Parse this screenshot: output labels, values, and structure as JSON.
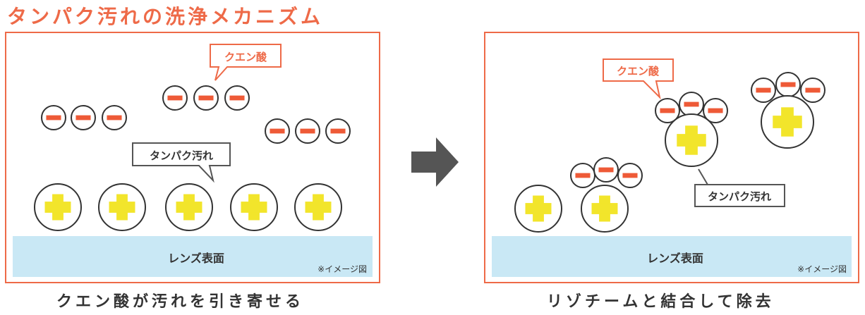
{
  "title": "タンパク汚れの洗浄メカニズム",
  "colors": {
    "accent": "#ee6a48",
    "lens_surface": "#c9e8f5",
    "protein_plus": "#f2e52b",
    "acid_minus": "#ee5a37",
    "arrow": "#555555"
  },
  "left_panel": {
    "caption": "クエン酸が汚れを引き寄せる",
    "acid_label": "クエン酸",
    "protein_label": "タンパク汚れ",
    "lens_label": "レンズ表面",
    "note": "※イメージ図"
  },
  "right_panel": {
    "caption": "リゾチームと結合して除去",
    "acid_label": "クエン酸",
    "protein_label": "タンパク汚れ",
    "lens_label": "レンズ表面",
    "note": "※イメージ図"
  },
  "icons": [
    "plus-icon",
    "minus-icon",
    "right-arrow-icon"
  ]
}
